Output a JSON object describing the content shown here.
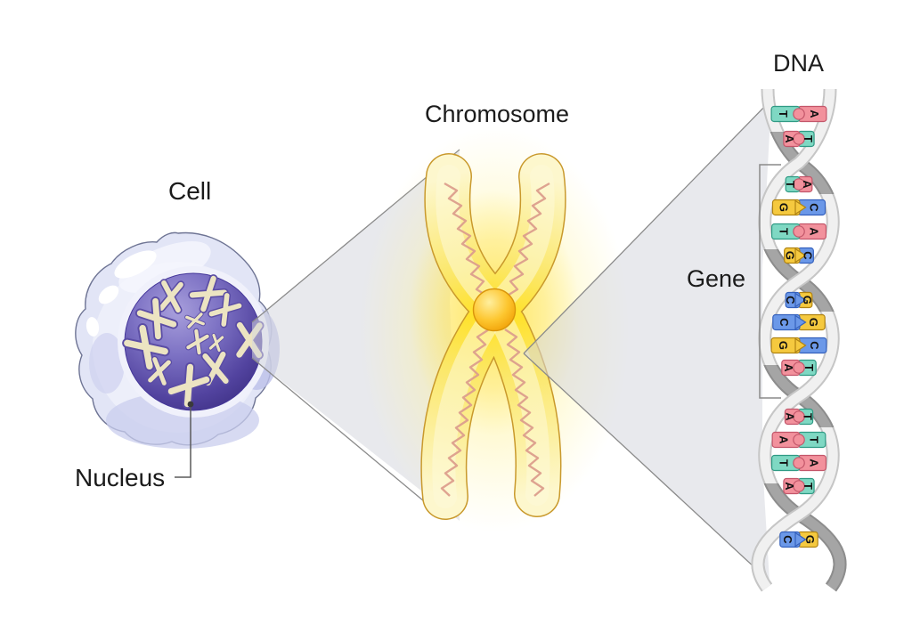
{
  "diagram": {
    "labels": {
      "cell": "Cell",
      "nucleus": "Nucleus",
      "chromosome": "Chromosome",
      "gene": "Gene",
      "dna": "DNA"
    },
    "dna_sequence": {
      "description": "base pairs top to bottom of helix",
      "base_pairs": [
        {
          "left": "T",
          "right": "A"
        },
        {
          "left": "A",
          "right": "T"
        },
        {
          "left": "T",
          "right": "A"
        },
        {
          "left": "G",
          "right": "C"
        },
        {
          "left": "T",
          "right": "A"
        },
        {
          "left": "G",
          "right": "C"
        },
        {
          "left": "C",
          "right": "G"
        },
        {
          "left": "C",
          "right": "G"
        },
        {
          "left": "G",
          "right": "C"
        },
        {
          "left": "A",
          "right": "T"
        },
        {
          "left": "A",
          "right": "T"
        },
        {
          "left": "A",
          "right": "T"
        },
        {
          "left": "T",
          "right": "A"
        },
        {
          "left": "A",
          "right": "T"
        },
        {
          "left": "C",
          "right": "G"
        }
      ]
    },
    "colors": {
      "base_fill": {
        "A": "#f2919c",
        "T": "#7fd8c3",
        "G": "#f5c93f",
        "C": "#6b98e8"
      },
      "base_border": {
        "A": "#c3566a",
        "T": "#2f9a84",
        "G": "#b08312",
        "C": "#3561bd"
      },
      "chromosome_yellow": "#ffe22e",
      "chromosome_pale": "#fdf7cd",
      "centromere_orange": "#f4a906",
      "squiggle_pink": "#dd9f8d",
      "nucleus_purple": "#3a2c86",
      "cell_lavender": "#e2e5f6",
      "mini_chromosome_cream": "#ece4c2",
      "wedge_gray": "#ececee",
      "helix_front": "#f0f0f0",
      "helix_back": "#8d8d8d"
    }
  }
}
